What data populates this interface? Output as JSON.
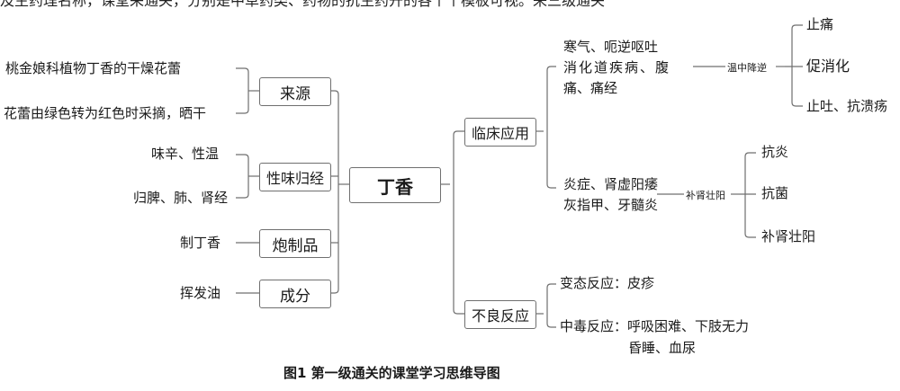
{
  "header_fragment": "及主药理名称，课堂采通关，分别是中草药类、药物的抗生药开的各个个模板可视。来三级通关",
  "root": "丁香",
  "left": [
    {
      "label": "来源",
      "leaves": [
        "桃金娘科植物丁香的干燥花蕾",
        "花蕾由绿色转为红色时采摘，晒干"
      ]
    },
    {
      "label": "性味归经",
      "leaves": [
        "味辛、性温",
        "归脾、肺、肾经"
      ]
    },
    {
      "label": "炮制品",
      "leaves": [
        "制丁香"
      ]
    },
    {
      "label": "成分",
      "leaves": [
        "挥发油"
      ]
    }
  ],
  "right": [
    {
      "label": "临床应用",
      "groups": [
        {
          "lines": [
            "寒气、呃逆呕吐",
            "消化道疾病、腹",
            "痛、痛经"
          ],
          "link": "温中降逆",
          "effects": [
            "止痛",
            "促消化",
            "止吐、抗溃疡"
          ]
        },
        {
          "lines": [
            "炎症、肾虚阳痿",
            "灰指甲、牙髓炎"
          ],
          "link": "补肾壮阳",
          "effects": [
            "抗炎",
            "抗菌",
            "补肾壮阳"
          ]
        }
      ]
    },
    {
      "label": "不良反应",
      "items": [
        {
          "lines": [
            "变态反应：皮疹"
          ]
        },
        {
          "lines": [
            "中毒反应：呼吸困难、下肢无力",
            "昏睡、血尿"
          ]
        }
      ]
    }
  ],
  "caption": "图1   第一级通关的课堂学习思维导图",
  "colors": {
    "line": "#6f6f6f",
    "text": "#1a1a1a",
    "border": "#6f6f6f"
  }
}
